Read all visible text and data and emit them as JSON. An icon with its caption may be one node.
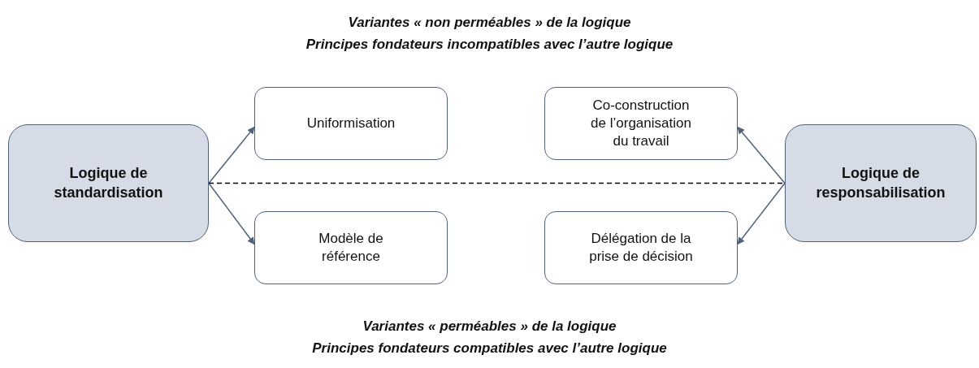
{
  "diagram": {
    "nodes": [
      {
        "text": [
          "Logique de standardisation"
        ]
      },
      {
        "text": [
          "Uniformisation"
        ]
      },
      {
        "text": [
          "Modèle de référence"
        ]
      },
      {
        "text": [
          "Co-construction de l’organisation du travail"
        ]
      },
      {
        "text": [
          "Délégation de la prise de décision"
        ]
      },
      {
        "text": [
          "Logique de responsabilisation"
        ]
      }
    ],
    "edges": [
      {
        "from": 0,
        "to": 1,
        "arrow": "to"
      },
      {
        "from": 0,
        "to": 2,
        "arrow": "to"
      },
      {
        "from": 5,
        "to": 3,
        "arrow": "to"
      },
      {
        "from": 5,
        "to": 4,
        "arrow": "to"
      },
      {
        "from": 0,
        "to": 5,
        "arrow": "none",
        "style": "dashed",
        "color": "#000000"
      }
    ],
    "labels": [
      "Variantes « non perméables » de la logique",
      "Principes fondateurs incompatibles avec l’autre logique",
      "Variantes « perméables » de la logique",
      "Principes fondateurs compatibles avec l’autre logique"
    ]
  }
}
